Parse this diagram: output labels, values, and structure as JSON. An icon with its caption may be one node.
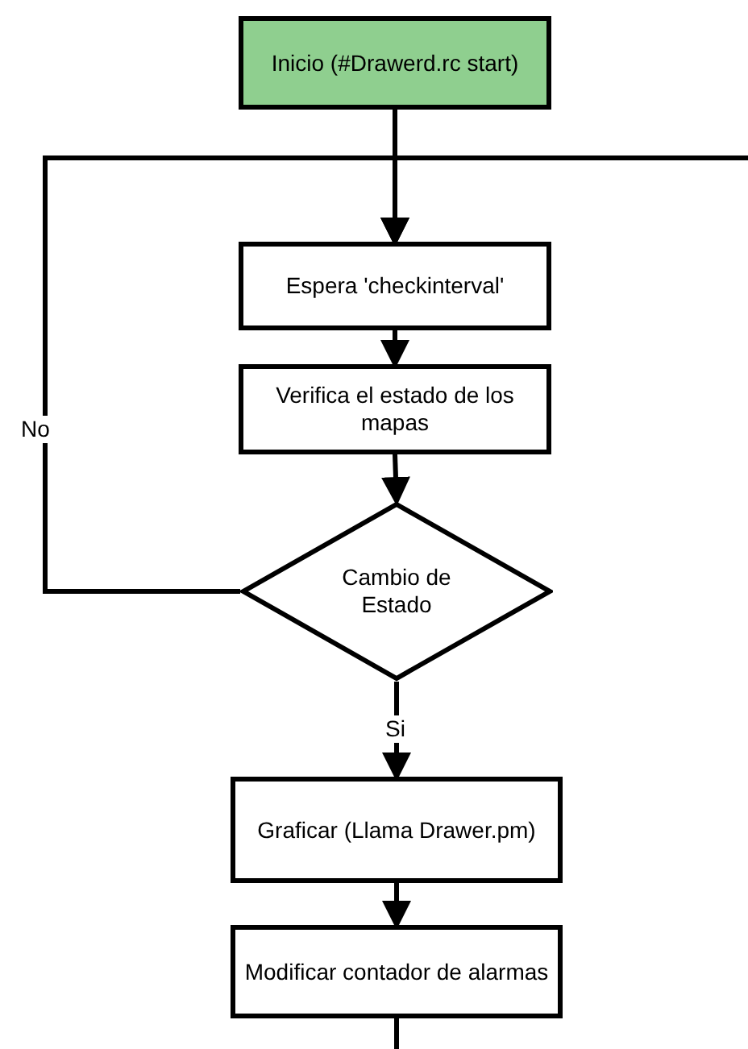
{
  "diagram": {
    "nodes": [
      {
        "text": [
          "Inicio (#Drawerd.rc start)"
        ]
      },
      {
        "text": [
          "Espera 'checkinterval'"
        ]
      },
      {
        "text": [
          "Verifica el estado de los mapas"
        ]
      },
      {
        "text": [
          "Cambio de Estado"
        ]
      },
      {
        "text": [
          "Graficar (Llama Drawer.pm)"
        ]
      },
      {
        "text": [
          "Modificar contador de alarmas"
        ]
      }
    ],
    "edges": [
      {
        "from": 0,
        "to": 1,
        "arrow": "to"
      },
      {
        "from": 1,
        "to": 2,
        "arrow": "to"
      },
      {
        "from": 2,
        "to": 3,
        "arrow": "to"
      },
      {
        "from": 3,
        "to": 1,
        "arrow": "to",
        "label": "No"
      },
      {
        "from": 3,
        "to": 4,
        "arrow": "to",
        "label": "Si"
      },
      {
        "from": 4,
        "to": 5,
        "arrow": "to"
      },
      {
        "from": 5,
        "to": null,
        "arrow": "none"
      },
      {
        "from": null,
        "to": 1,
        "arrow": "to"
      }
    ]
  }
}
